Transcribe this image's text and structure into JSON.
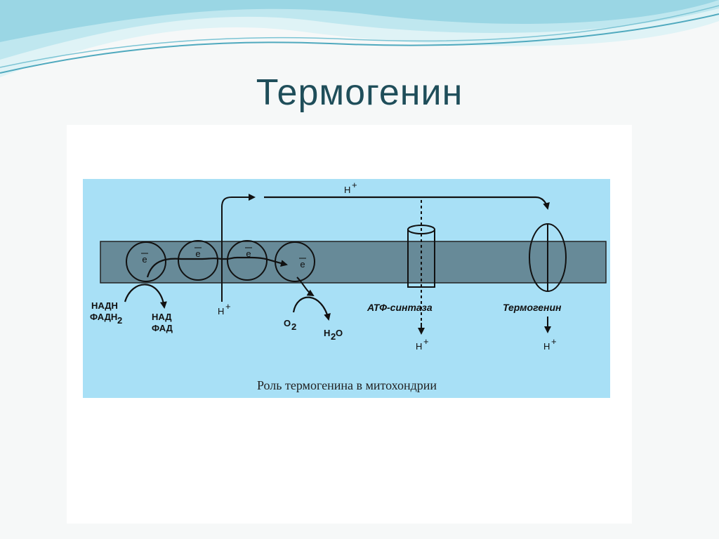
{
  "slide": {
    "title": "Термогенин"
  },
  "figure": {
    "caption": "Роль термогенина в митохондрии",
    "electron": "e",
    "nadh": "НАДН",
    "fadh2": "ФАДН",
    "fadh2_sub": "2",
    "nad": "НАД",
    "fad": "ФАД",
    "proton": "H",
    "plus": "+",
    "o2": "O",
    "o2_sub": "2",
    "h2o_h": "H",
    "h2o_sub": "2",
    "h2o_o": "O",
    "atp_synthase": "АТФ-синтаза",
    "thermogenin": "Термогенин"
  },
  "colors": {
    "figure_background": "#a8e0f6",
    "membrane": "#678a98",
    "title": "#1f4e5a",
    "wave_light": "#bfe7ef",
    "wave_dark": "#4fa9be"
  }
}
